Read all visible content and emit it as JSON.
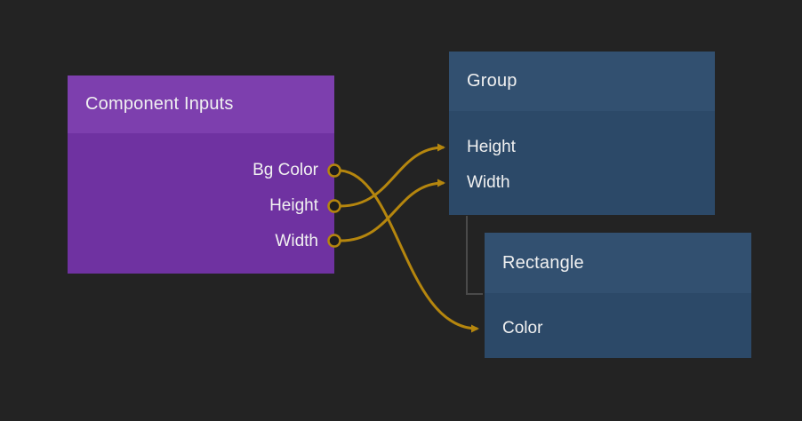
{
  "editor": {
    "background_color": "#232323",
    "wire_color": "#b5860e",
    "port_fill_color": "#1d1d1d",
    "link_line_color": "#4a4a4a",
    "text_color": "#f1f1f1"
  },
  "nodes": {
    "component_inputs": {
      "title": "Component Inputs",
      "header_color": "#7d3fae",
      "body_color": "#6f32a1",
      "outputs": [
        {
          "label": "Bg Color"
        },
        {
          "label": "Height"
        },
        {
          "label": "Width"
        }
      ]
    },
    "group": {
      "title": "Group",
      "header_color": "#325070",
      "body_color": "#2c4968",
      "inputs": [
        {
          "label": "Height"
        },
        {
          "label": "Width"
        }
      ]
    },
    "rectangle": {
      "title": "Rectangle",
      "header_color": "#325070",
      "body_color": "#2c4968",
      "inputs": [
        {
          "label": "Color"
        }
      ]
    }
  },
  "connections": [
    {
      "from_node": "Component Inputs",
      "from_port": "Bg Color",
      "to_node": "Rectangle",
      "to_port": "Color"
    },
    {
      "from_node": "Component Inputs",
      "from_port": "Height",
      "to_node": "Group",
      "to_port": "Height"
    },
    {
      "from_node": "Component Inputs",
      "from_port": "Width",
      "to_node": "Group",
      "to_port": "Width"
    }
  ]
}
